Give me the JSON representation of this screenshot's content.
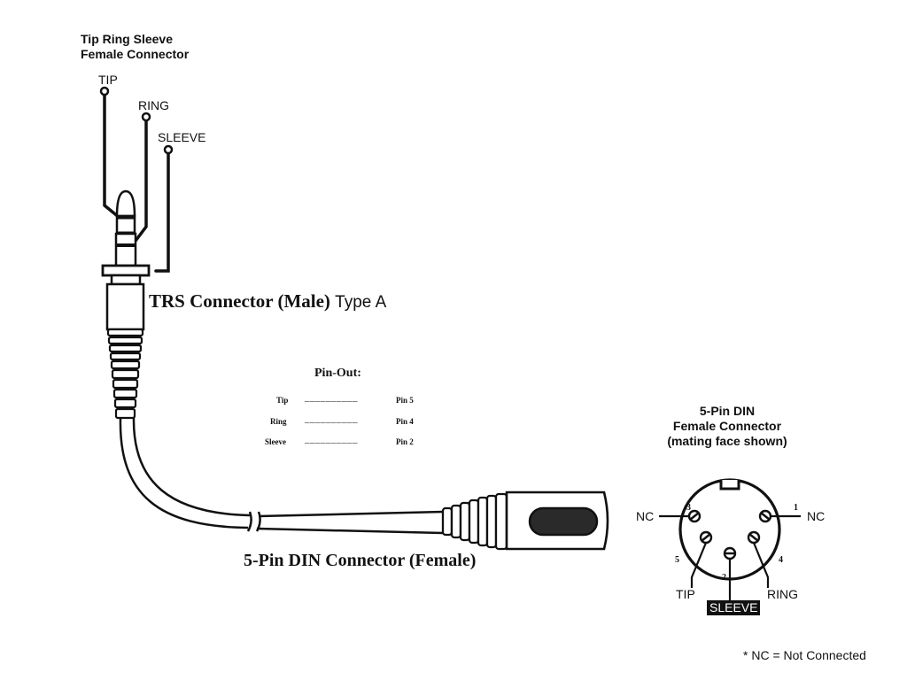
{
  "trs_female": {
    "title_line1": "Tip Ring Sleeve",
    "title_line2": "Female Connector",
    "tip": "TIP",
    "ring": "RING",
    "sleeve": "SLEEVE"
  },
  "trs_male": {
    "title": "TRS Connector (Male)",
    "type": "Type A"
  },
  "pinout": {
    "title": "Pin-Out:",
    "rows": [
      {
        "signal": "Tip",
        "dashes": "__________",
        "pin": "Pin 5"
      },
      {
        "signal": "Ring",
        "dashes": "__________",
        "pin": "Pin 4"
      },
      {
        "signal": "Sleeve",
        "dashes": "__________",
        "pin": "Pin 2"
      }
    ]
  },
  "din_cable": {
    "title": "5-Pin DIN Connector (Female)"
  },
  "din_face": {
    "title_line1": "5-Pin DIN",
    "title_line2": "Female Connector",
    "title_line3": "(mating face shown)",
    "pins": [
      {
        "num": "3",
        "label": "NC"
      },
      {
        "num": "1",
        "label": "NC"
      },
      {
        "num": "5",
        "label": "TIP"
      },
      {
        "num": "2",
        "label": "SLEEVE"
      },
      {
        "num": "4",
        "label": "RING"
      }
    ]
  },
  "footnote": "* NC = Not Connected"
}
